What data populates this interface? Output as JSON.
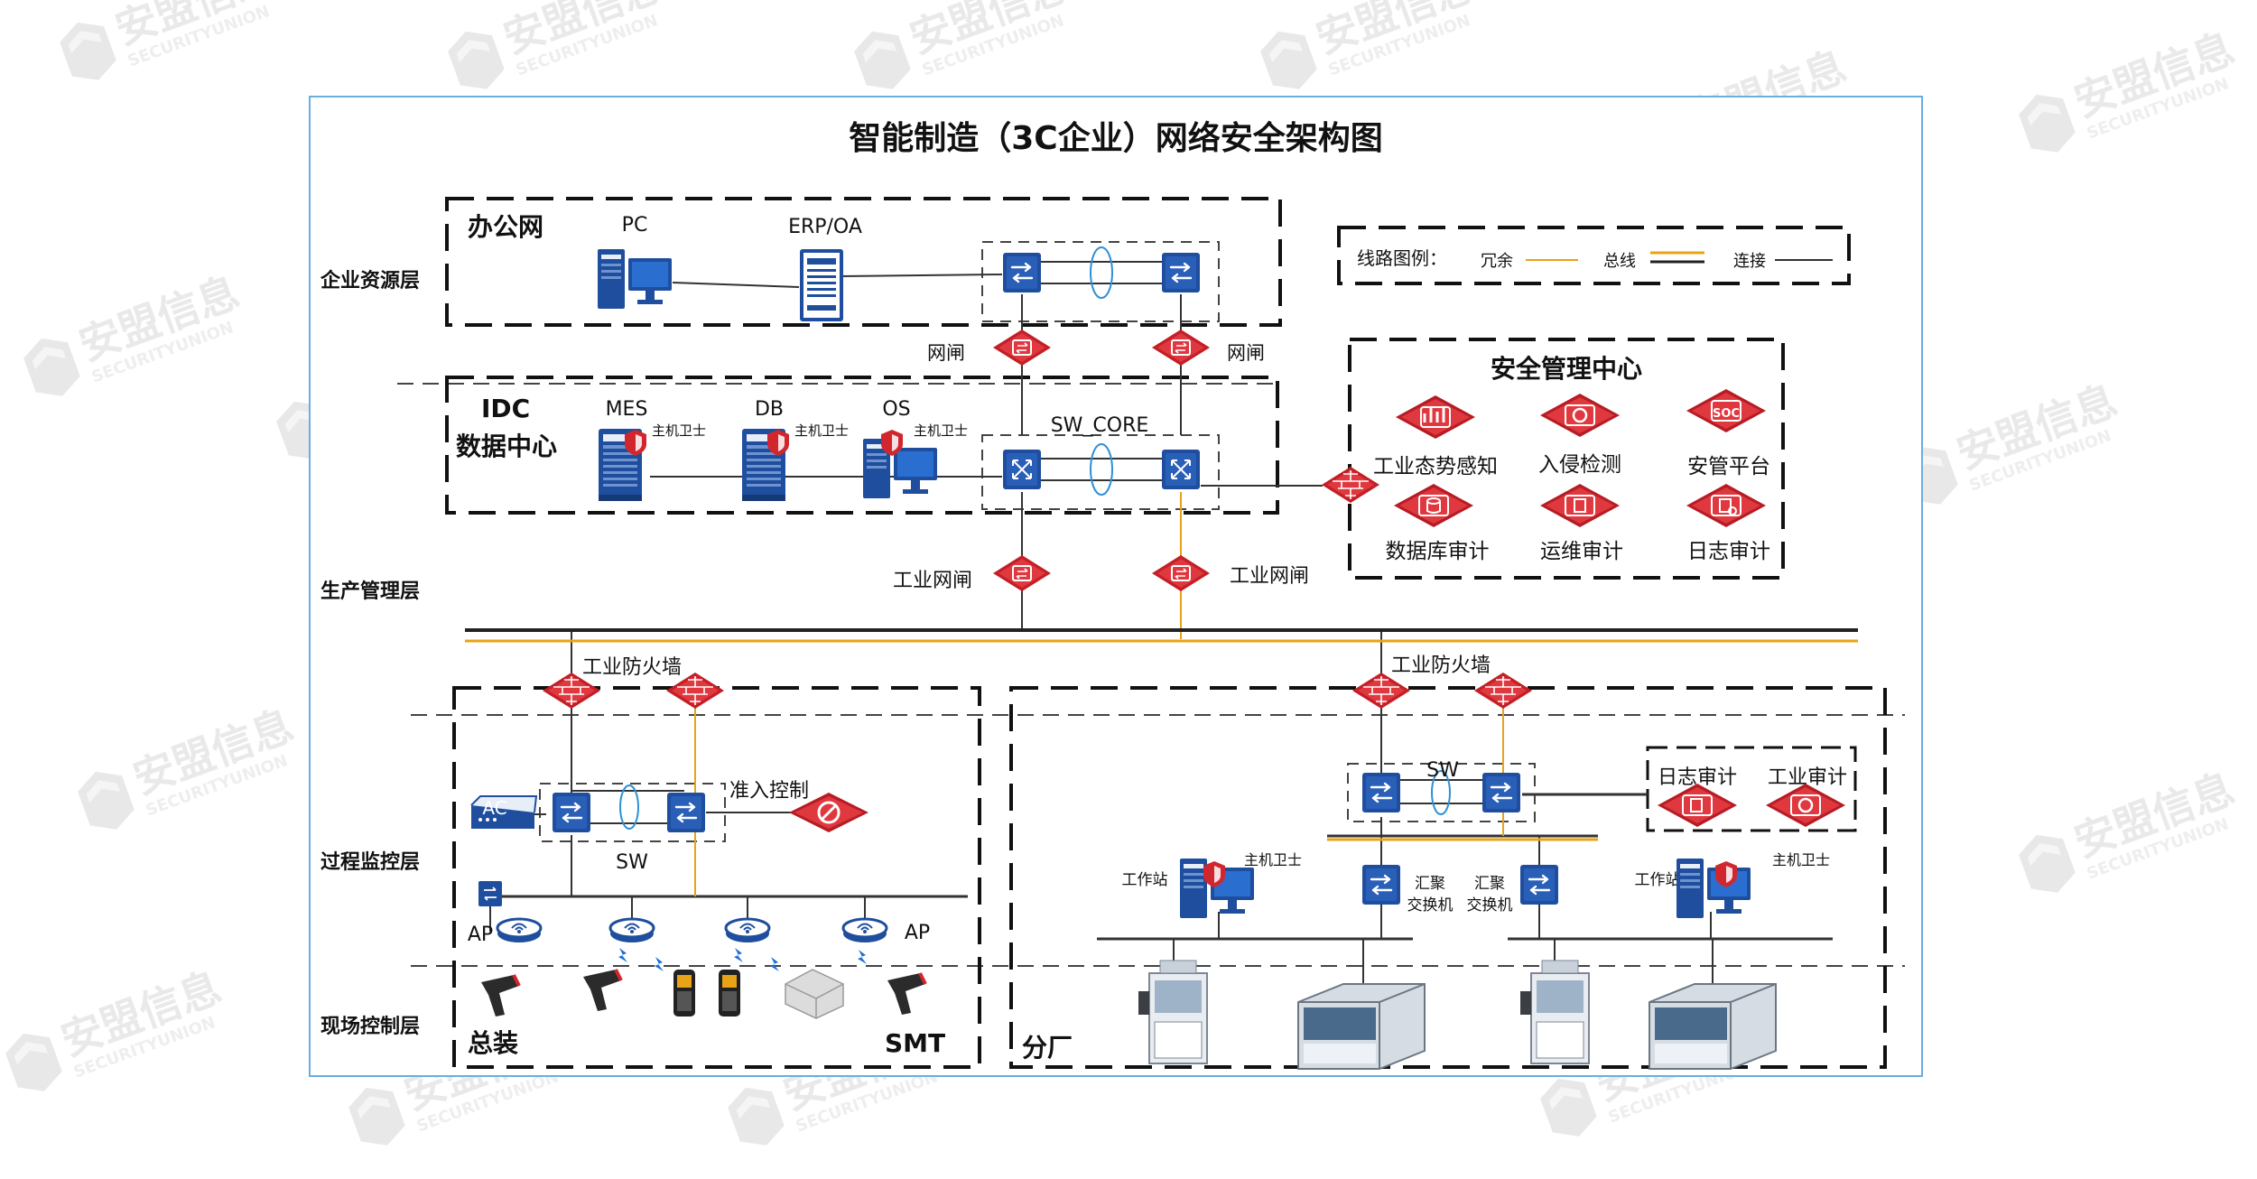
{
  "title": "智能制造（3C企业）网络安全架构图",
  "watermark": {
    "text_cn": "安盟信息",
    "text_en": "SECURITYUNION"
  },
  "layers": [
    "企业资源层",
    "生产管理层",
    "过程监控层",
    "现场控制层"
  ],
  "zones": {
    "office": "办公网",
    "idc_line1": "IDC",
    "idc_line2": "数据中心",
    "assembly": "总装",
    "smt": "SMT",
    "branch": "分厂",
    "security_center": "安全管理中心"
  },
  "legend": {
    "title": "线路图例：",
    "redundant": "冗余",
    "bus": "总线",
    "link": "连接"
  },
  "labels": {
    "pc": "PC",
    "erp_oa": "ERP/OA",
    "gateway": "网闸",
    "mes": "MES",
    "db": "DB",
    "os": "OS",
    "host_guard": "主机卫士",
    "sw_core": "SW_CORE",
    "industrial_gateway": "工业网闸",
    "industrial_firewall": "工业防火墙",
    "ac": "AC",
    "access_control": "准入控制",
    "sw": "SW",
    "ap": "AP",
    "workstation": "工作站",
    "aggregation_switch_1": "汇聚",
    "aggregation_switch_2": "交换机",
    "log_audit": "日志审计",
    "industrial_audit": "工业审计"
  },
  "security_tools": [
    {
      "label": "工业态势感知",
      "icon": "situation-awareness-icon"
    },
    {
      "label": "入侵检测",
      "icon": "intrusion-detection-icon"
    },
    {
      "label": "安管平台",
      "icon": "soc-icon",
      "badge": "SOC"
    },
    {
      "label": "数据库审计",
      "icon": "database-audit-icon"
    },
    {
      "label": "运维审计",
      "icon": "ops-audit-icon"
    },
    {
      "label": "日志审计",
      "icon": "log-audit-icon"
    }
  ],
  "colors": {
    "frame": "#6aaee0",
    "device_blue": "#1f4e9e",
    "security_red": "#d2262e",
    "redundant_line": "#e8a317",
    "bus_line": "#222222",
    "link_line": "#333333"
  }
}
